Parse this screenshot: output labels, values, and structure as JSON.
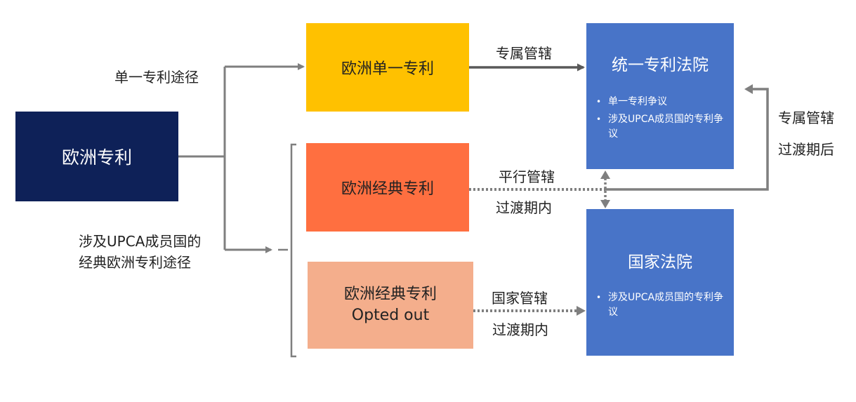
{
  "nodes": {
    "european_patent": "欧洲专利",
    "unitary_patent": "欧洲单一专利",
    "classic_patent": "欧洲经典专利",
    "opted_out_patent": {
      "line1": "欧洲经典专利",
      "line2": "Opted out"
    },
    "upc_court": {
      "title": "统一专利法院",
      "items": [
        "单一专利争议",
        "涉及UPCA成员国的专利争议"
      ]
    },
    "national_court": {
      "title": "国家法院",
      "items": [
        "涉及UPCA成员国的专利争议"
      ]
    }
  },
  "labels": {
    "unitary_route": "单一专利途径",
    "classic_route_line1": "涉及UPCA成员国的",
    "classic_route_line2": "经典欧洲专利途径",
    "exclusive_jurisdiction": "专属管辖",
    "parallel_jurisdiction": "平行管辖",
    "during_transition_1": "过渡期内",
    "national_jurisdiction": "国家管辖",
    "during_transition_2": "过渡期内",
    "exclusive_jurisdiction_after": "专属管辖",
    "after_transition": "过渡期后"
  },
  "colors": {
    "european_patent": "#0e2158",
    "unitary_patent": "#ffc100",
    "classic_patent": "#ff6f40",
    "opted_out_patent": "#f4ae8c",
    "court": "#4874c8",
    "connector": "#7f7f7f"
  }
}
